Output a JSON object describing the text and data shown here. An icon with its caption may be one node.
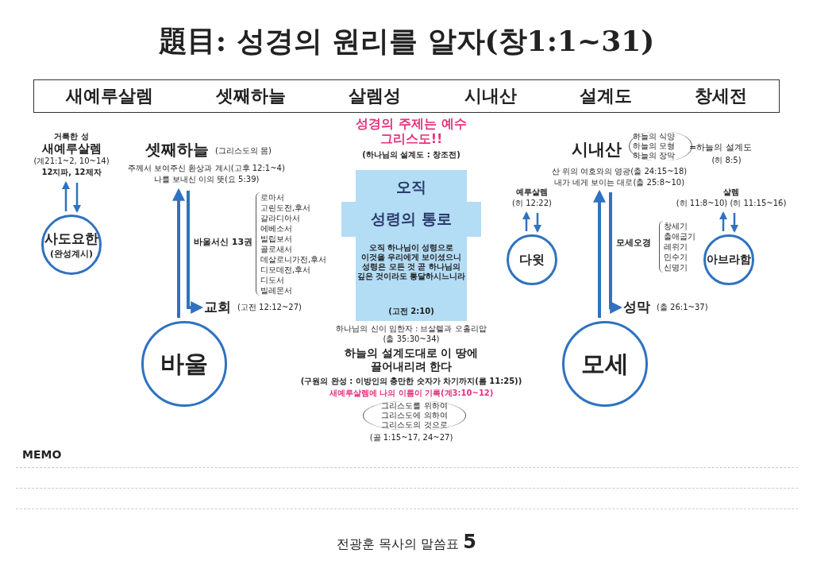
{
  "diagram": {
    "title": "題目: 성경의 원리를 알자(창1:1~31)",
    "caption": "전광훈 목사의 말씀표 **5**",
    "nodes": [
      {
        "text": [
          "새예루살렘",
          "셋째하늘",
          "살렘성",
          "시내산",
          "설계도",
          "창세전"
        ]
      },
      {
        "text": [
          "거룩한 성",
          "새예루살렘",
          "(계21:1~2, 10~14)",
          "12지파, 12제자"
        ]
      },
      {
        "text": [
          "사도요한",
          "(완성계시)"
        ]
      },
      {
        "text": [
          "셋째하늘",
          "(그리스도의 몸)",
          "주께서 보여주신 환상과 계시(고후 12:1~4)",
          "나를 보내신 이의 뜻(요 5:39)"
        ]
      },
      {
        "text": [
          "교회",
          "(고전 12:12~27)"
        ]
      },
      {
        "text": [
          "바울"
        ]
      },
      {
        "text": [
          "오직",
          "성령의 통로",
          "오직 하나님이 성령으로 이것을 우리에게 보이셨으니 성령은 모든 것 곧 하나님의 깊은 것이라도 통달하시느니라",
          "(고전 2:10)"
        ]
      },
      {
        "text": [
          "예루살렘",
          "(히 12:22)"
        ]
      },
      {
        "text": [
          "다윗"
        ]
      },
      {
        "text": [
          "시내산",
          "하늘의 식양 하늘의 모형 하늘의 장막",
          "=하늘의 설계도",
          "(히 8:5)",
          "산 위의 여호와의 영광(출 24:15~18)",
          "내가 네게 보이는 대로(출 25:8~10)"
        ]
      },
      {
        "text": [
          "성막",
          "(출 26:1~37)"
        ]
      },
      {
        "text": [
          "모세"
        ]
      },
      {
        "text": [
          "살렘",
          "(히 11:8~10) (히 11:15~16)"
        ]
      },
      {
        "text": [
          "아브라함"
        ]
      }
    ],
    "edges": [
      {
        "from": 2,
        "to": 1,
        "arrow": "to"
      },
      {
        "from": 1,
        "to": 2,
        "arrow": "to"
      },
      {
        "from": 5,
        "to": 3,
        "arrow": "to"
      },
      {
        "from": 3,
        "to": 4,
        "arrow": "to"
      },
      {
        "from": 8,
        "to": 7,
        "arrow": "to"
      },
      {
        "from": 7,
        "to": 8,
        "arrow": "to"
      },
      {
        "from": 11,
        "to": 9,
        "arrow": "to"
      },
      {
        "from": 9,
        "to": 10,
        "arrow": "to"
      },
      {
        "from": 13,
        "to": 12,
        "arrow": "to"
      },
      {
        "from": 12,
        "to": 13,
        "arrow": "to"
      }
    ],
    "labels": [
      "바울서신 13권",
      "로마서",
      "고린도전,후서",
      "갈라디아서",
      "에베소서",
      "빌립보서",
      "골로새서",
      "데살로니가전,후서",
      "디모데전,후서",
      "디도서",
      "빌레몬서",
      "성경의 주제는 예수 그리스도!!",
      "(하나님의 설계도 : 창조전)",
      "하나님의 신이 임한자 : 브살렐과 오홀리압",
      "(출 35:30~34)",
      "하늘의 설계도대로 이 땅에 끌어내리려 한다",
      "(구원의 완성 : 이방인의 충만한 숫자가 차기까지(롬 11:25))",
      "새예루살렘에 나의 이름이 기록(계3:10~12)",
      "그리스도를 위하여 그리스도에 의하여 그리스도의 것으로",
      "(골 1:15~17, 24~27)",
      "모세오경",
      "창세기",
      "출애굽기",
      "레위기",
      "민수기",
      "신명기",
      "MEMO"
    ]
  }
}
